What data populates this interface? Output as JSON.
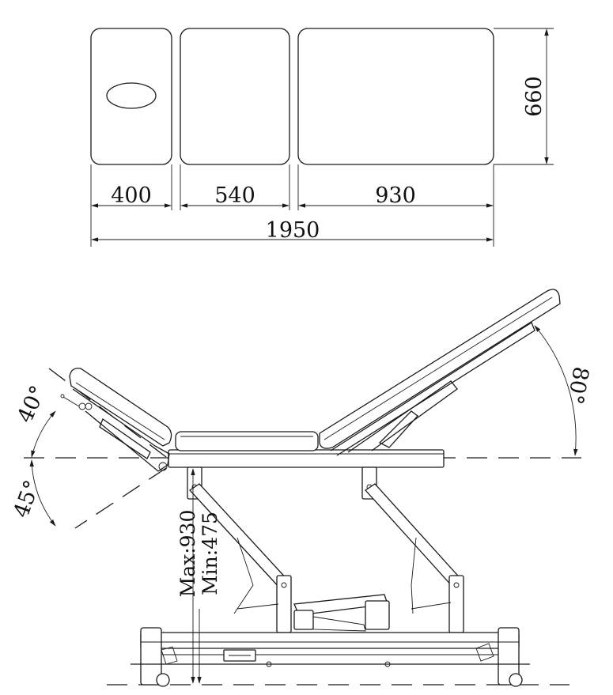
{
  "top_view": {
    "segment_lengths": [
      "400",
      "540",
      "930"
    ],
    "total_length": "1950",
    "width": "660"
  },
  "side_view": {
    "head_up_angle": "40°",
    "head_down_angle": "45°",
    "back_rest_angle": "80°",
    "height_max": "Max:930",
    "height_min": "Min:475"
  }
}
